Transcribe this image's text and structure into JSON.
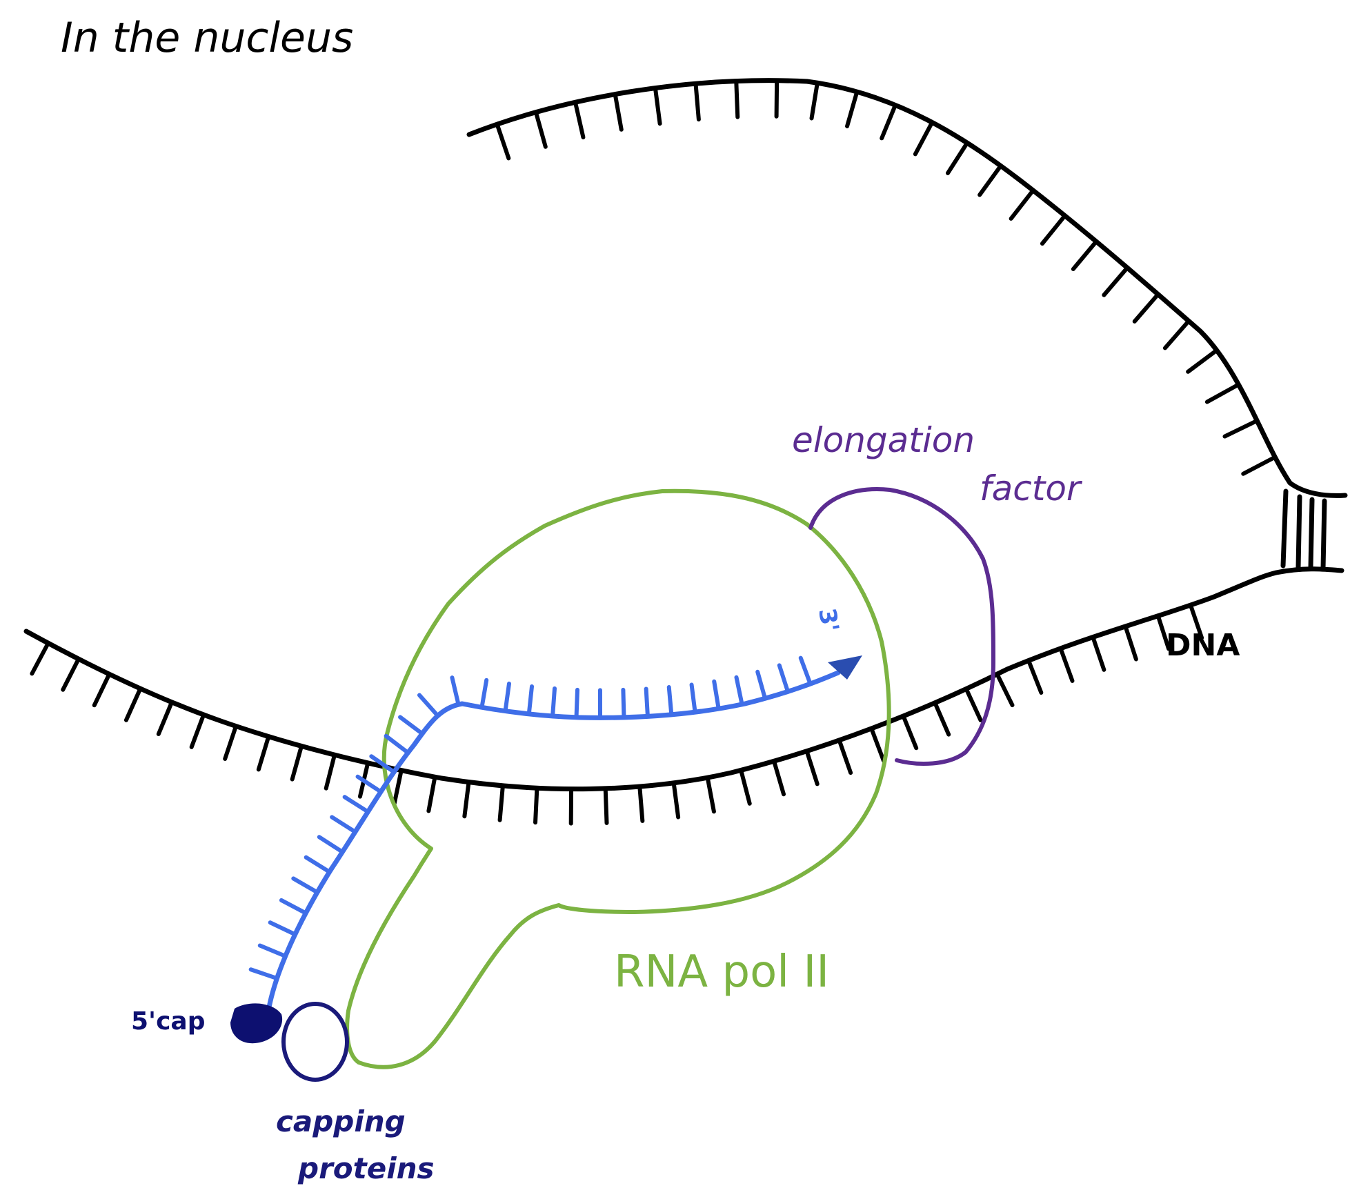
{
  "title": "In the nucleus",
  "labels": {
    "dna": "DNA",
    "elongation_factor_line1": "elongation",
    "elongation_factor_line2": "factor",
    "rna_pol": "RNA pol II",
    "cap_5": "5'cap",
    "capping_line1": "capping",
    "capping_line2": "proteins",
    "end_3": "3'"
  },
  "colors": {
    "dna": "#000000",
    "rna": "#3f6ee8",
    "rna_pol": "#7cb342",
    "elongation_factor": "#5b2c91",
    "cap": "#0d1070",
    "capping_proteins": "#1a1a7a",
    "arrowhead": "#2a4db0"
  }
}
